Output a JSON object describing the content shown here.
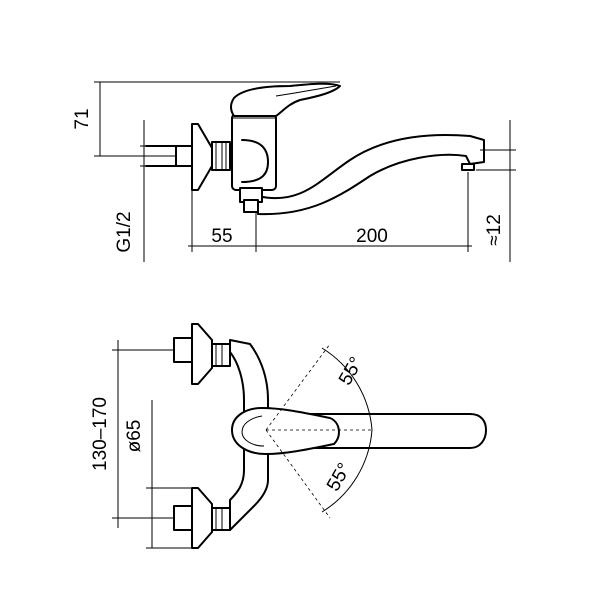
{
  "dimensions": {
    "top_view": {
      "height_71": "71",
      "thread": "G1/2",
      "offset_55": "55",
      "reach_200": "200",
      "spout_12": "≈12"
    },
    "front_view": {
      "spacing": "130–170",
      "diameter": "ø65",
      "angle_up": "55°",
      "angle_down": "55°"
    }
  },
  "colors": {
    "stroke": "#000000",
    "background": "#ffffff"
  }
}
